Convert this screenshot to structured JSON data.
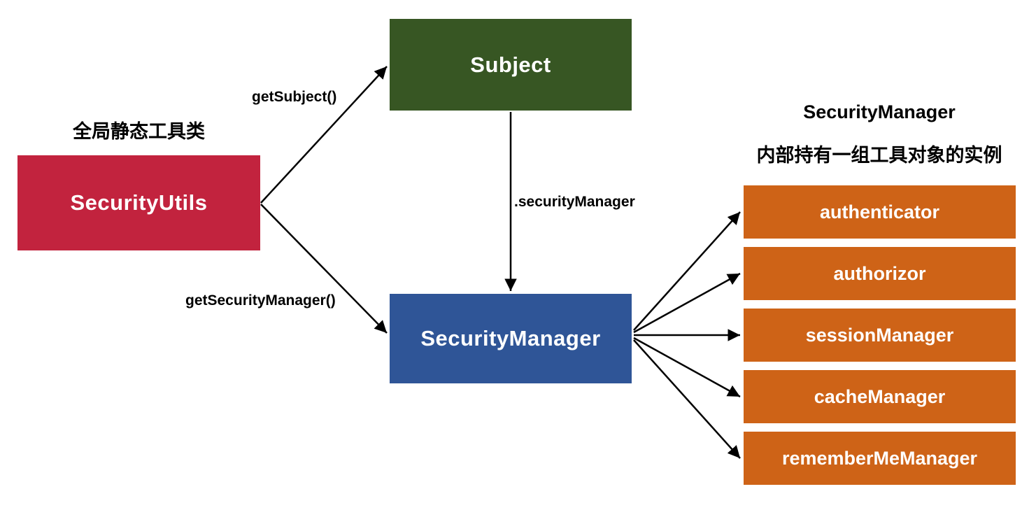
{
  "diagram": {
    "captions": {
      "security_utils": "全局静态工具类",
      "right_line1": "SecurityManager",
      "right_line2": "内部持有一组工具对象的实例"
    },
    "nodes": {
      "security_utils": "SecurityUtils",
      "subject": "Subject",
      "security_manager": "SecurityManager"
    },
    "edges": {
      "get_subject": "getSubject()",
      "get_security_manager": "getSecurityManager()",
      "security_manager_ref": ".securityManager"
    },
    "components": [
      "authenticator",
      "authorizor",
      "sessionManager",
      "cacheManager",
      "rememberMeManager"
    ],
    "colors": {
      "security_utils_box": "#C2233E",
      "subject_box": "#375623",
      "security_manager_box": "#2F5597",
      "component_box": "#CE6317",
      "arrow": "#000000",
      "text_on_box": "#FFFFFF",
      "label_text": "#000000",
      "background": "#FFFFFF"
    }
  }
}
